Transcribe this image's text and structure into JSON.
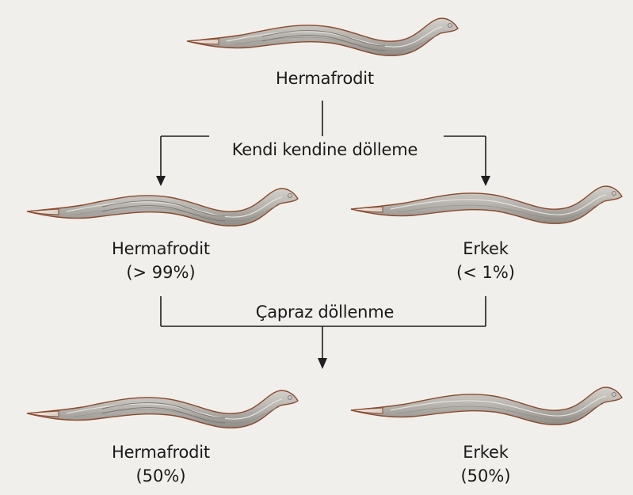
{
  "diagram": {
    "top": {
      "label": "Hermafrodit",
      "kind": "hermaphrodite"
    },
    "self_fertilization_label": "Kendi kendine dölleme",
    "generation1": {
      "left": {
        "label": "Hermafrodit",
        "pct": "(> 99%)",
        "kind": "hermaphrodite"
      },
      "right": {
        "label": "Erkek",
        "pct": "(< 1%)",
        "kind": "male"
      }
    },
    "cross_fertilization_label": "Çapraz döllenme",
    "generation2": {
      "left": {
        "label": "Hermafrodit",
        "pct": "(50%)",
        "kind": "hermaphrodite"
      },
      "right": {
        "label": "Erkek",
        "pct": "(50%)",
        "kind": "male"
      }
    },
    "colors": {
      "background": "#f1efeb",
      "worm_body": "#b9b6b1",
      "worm_outline": "#8a4a2e",
      "worm_tail": "#f2e7dc",
      "worm_highlight": "#e2e0dc",
      "line": "#1f1f1f",
      "text": "#1a1a1a"
    }
  }
}
